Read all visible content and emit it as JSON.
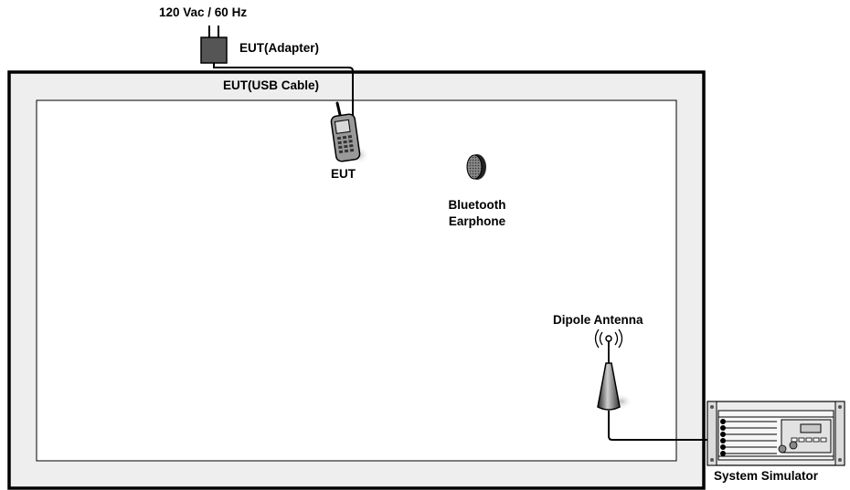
{
  "labels": {
    "power": "120 Vac / 60 Hz",
    "adapter": "EUT(Adapter)",
    "usb_cable": "EUT(USB Cable)",
    "eut": "EUT",
    "earphone_line1": "Bluetooth",
    "earphone_line2": "Earphone",
    "antenna": "Dipole Antenna",
    "simulator": "System Simulator"
  },
  "icons": {
    "adapter": "power-adapter-icon",
    "phone": "mobile-phone-icon",
    "earphone": "bluetooth-earphone-icon",
    "antenna": "dipole-antenna-icon",
    "simulator": "system-simulator-icon"
  },
  "colors": {
    "chamber_fill": "#eeeeee",
    "outline": "#000000",
    "inner_area": "#ffffff"
  }
}
